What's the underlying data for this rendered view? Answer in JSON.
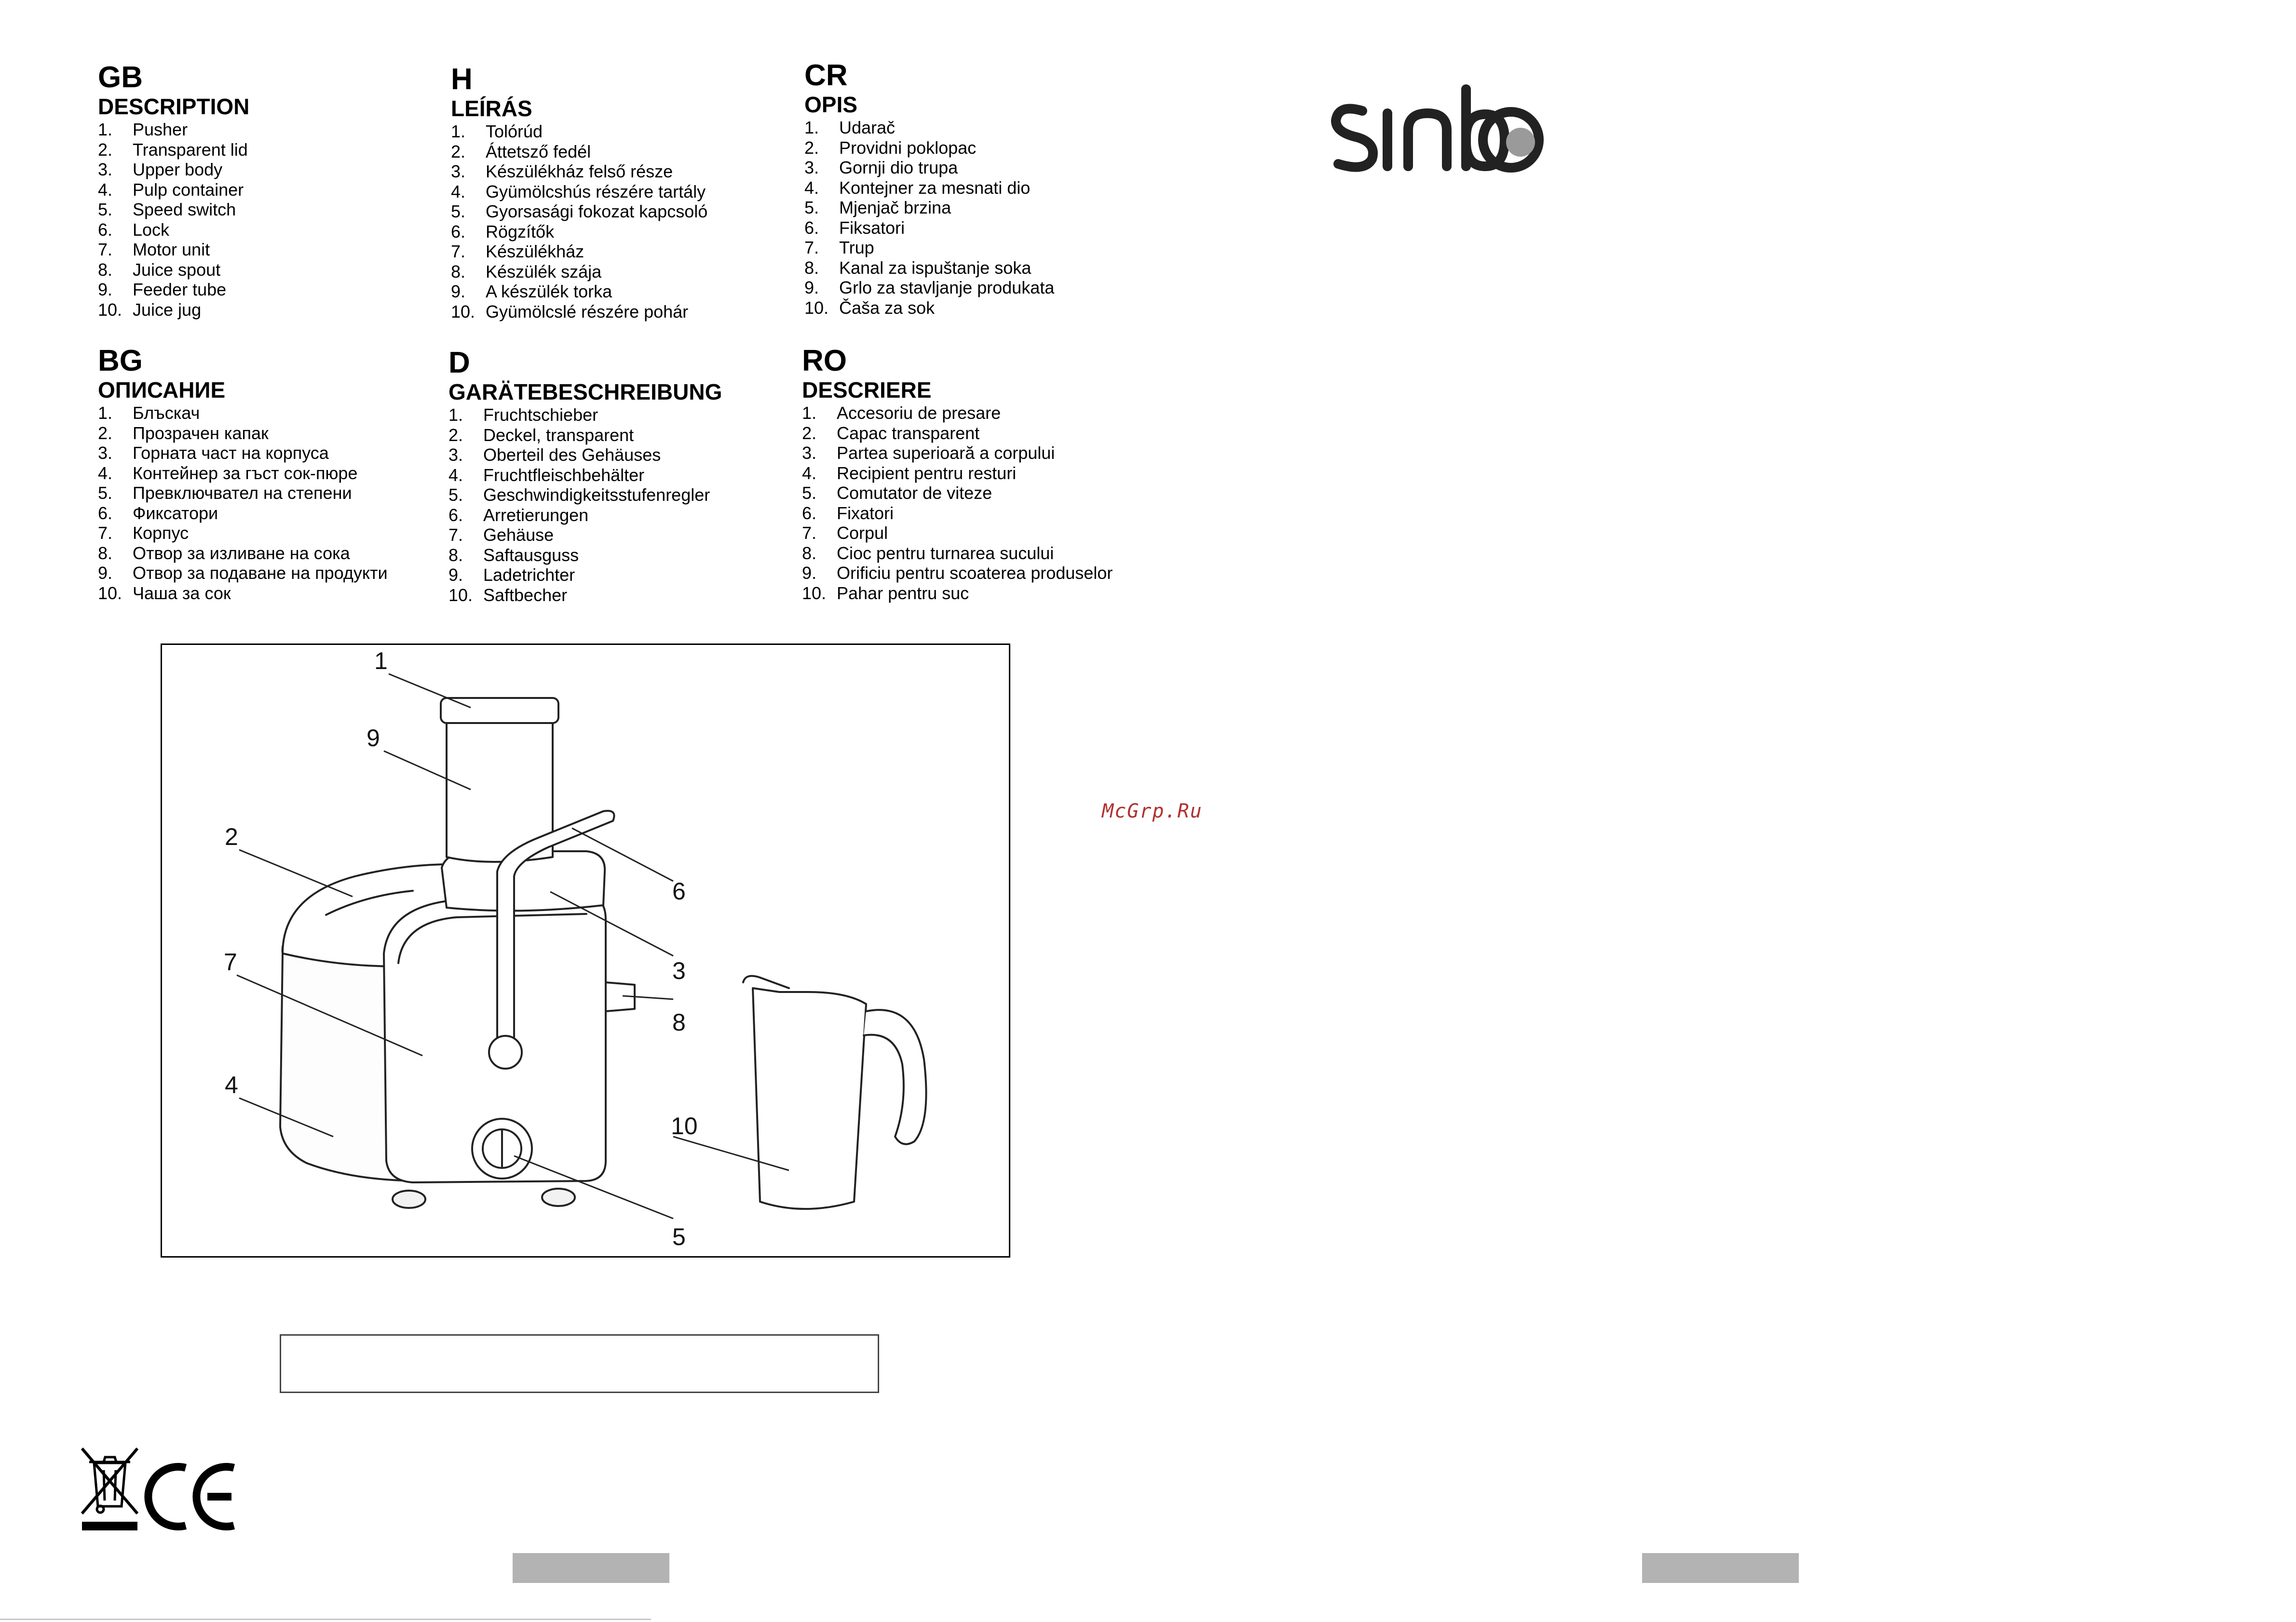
{
  "brand": {
    "logo_text": "sinbo"
  },
  "watermark": "McGrp.Ru",
  "sections": [
    {
      "code": "GB",
      "title": "DESCRIPTION",
      "items": [
        {
          "n": "1.",
          "t": "Pusher"
        },
        {
          "n": "2.",
          "t": "Transparent lid"
        },
        {
          "n": "3.",
          "t": "Upper body"
        },
        {
          "n": "4.",
          "t": "Pulp container"
        },
        {
          "n": "5.",
          "t": "Speed switch"
        },
        {
          "n": "6.",
          "t": "Lock"
        },
        {
          "n": "7.",
          "t": "Motor unit"
        },
        {
          "n": "8.",
          "t": "Juice spout"
        },
        {
          "n": "9.",
          "t": "Feeder tube"
        },
        {
          "n": "10.",
          "t": "Juice jug"
        }
      ]
    },
    {
      "code": "H",
      "title": "LEÍRÁS",
      "items": [
        {
          "n": "1.",
          "t": "Tolórúd"
        },
        {
          "n": "2.",
          "t": "Áttetsző fedél"
        },
        {
          "n": "3.",
          "t": "Készülékház felső része"
        },
        {
          "n": "4.",
          "t": "Gyümölcshús részére tartály"
        },
        {
          "n": "5.",
          "t": "Gyorsasági fokozat kapcsoló"
        },
        {
          "n": "6.",
          "t": "Rögzítők"
        },
        {
          "n": "7.",
          "t": "Készülékház"
        },
        {
          "n": "8.",
          "t": "Készülék szája"
        },
        {
          "n": "9.",
          "t": "A készülék torka"
        },
        {
          "n": "10.",
          "t": "Gyümölcslé részére pohár"
        }
      ]
    },
    {
      "code": "CR",
      "title": "OPIS",
      "items": [
        {
          "n": "1.",
          "t": "Udarač"
        },
        {
          "n": "2.",
          "t": "Providni poklopac"
        },
        {
          "n": "3.",
          "t": "Gornji dio trupa"
        },
        {
          "n": "4.",
          "t": "Kontejner za mesnati dio"
        },
        {
          "n": "5.",
          "t": "Mjenjač brzina"
        },
        {
          "n": "6.",
          "t": "Fiksatori"
        },
        {
          "n": "7.",
          "t": "Trup"
        },
        {
          "n": "8.",
          "t": "Kanal za ispuštanje soka"
        },
        {
          "n": "9.",
          "t": "Grlo za stavljanje produkata"
        },
        {
          "n": "10.",
          "t": "Čaša za sok"
        }
      ]
    },
    {
      "code": "BG",
      "title": "ОПИСАНИЕ",
      "items": [
        {
          "n": "1.",
          "t": "Блъскач"
        },
        {
          "n": "2.",
          "t": "Прозрачен капак"
        },
        {
          "n": "3.",
          "t": "Горната част на корпуса"
        },
        {
          "n": "4.",
          "t": "Контейнер за гъст сок-пюре"
        },
        {
          "n": "5.",
          "t": "Превключвател на степени"
        },
        {
          "n": "6.",
          "t": "Фиксатори"
        },
        {
          "n": "7.",
          "t": "Корпус"
        },
        {
          "n": "8.",
          "t": "Отвор за изливане на сока"
        },
        {
          "n": "9.",
          "t": "Отвор за подаване на продукти"
        },
        {
          "n": "10.",
          "t": "Чаша за сок"
        }
      ]
    },
    {
      "code": "D",
      "title": "GARÄTEBESCHREIBUNG",
      "items": [
        {
          "n": "1.",
          "t": "Fruchtschieber"
        },
        {
          "n": "2.",
          "t": "Deckel, transparent"
        },
        {
          "n": "3.",
          "t": "Oberteil des Gehäuses"
        },
        {
          "n": "4.",
          "t": "Fruchtfleischbehälter"
        },
        {
          "n": "5.",
          "t": "Geschwindigkeitsstufenregler"
        },
        {
          "n": "6.",
          "t": "Arretierungen"
        },
        {
          "n": "7.",
          "t": "Gehäuse"
        },
        {
          "n": "8.",
          "t": "Saftausguss"
        },
        {
          "n": "9.",
          "t": "Ladetrichter"
        },
        {
          "n": "10.",
          "t": "Saftbecher"
        }
      ]
    },
    {
      "code": "RO",
      "title": "DESCRIERE",
      "items": [
        {
          "n": "1.",
          "t": "Accesoriu de presare"
        },
        {
          "n": "2.",
          "t": "Capac transparent"
        },
        {
          "n": "3.",
          "t": "Partea superioară a corpului"
        },
        {
          "n": "4.",
          "t": "Recipient pentru resturi"
        },
        {
          "n": "5.",
          "t": "Comutator de viteze"
        },
        {
          "n": "6.",
          "t": "Fixatori"
        },
        {
          "n": "7.",
          "t": "Corpul"
        },
        {
          "n": "8.",
          "t": "Cioc pentru turnarea sucului"
        },
        {
          "n": "9.",
          "t": "Orificiu pentru scoaterea produselor"
        },
        {
          "n": "10.",
          "t": "Pahar pentru suc"
        }
      ]
    }
  ],
  "diagram": {
    "callouts": [
      "1",
      "9",
      "2",
      "6",
      "7",
      "3",
      "8",
      "4",
      "10",
      "5"
    ]
  },
  "icons": {
    "weee": "crossed-bin-icon",
    "ce": "ce-mark-icon"
  }
}
